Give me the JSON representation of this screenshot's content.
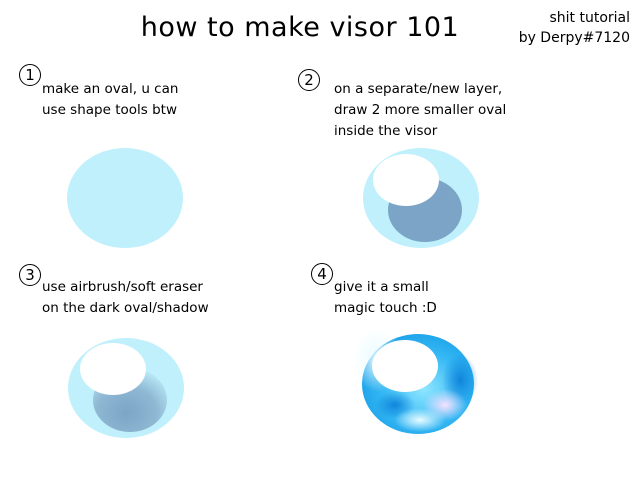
{
  "header": {
    "title": "how to make visor 101",
    "credit_line1": "shit tutorial",
    "credit_line2": "by Derpy#7120"
  },
  "steps": [
    {
      "number": "1",
      "text": "make an oval, u can\nuse shape tools btw"
    },
    {
      "number": "2",
      "text": "on a separate/new layer,\ndraw 2 more smaller oval\ninside the visor"
    },
    {
      "number": "3",
      "text": "use airbrush/soft eraser\non the dark oval/shadow"
    },
    {
      "number": "4",
      "text": "give it a small\nmagic touch :D"
    }
  ],
  "colors": {
    "visor_light": "#bff0fb",
    "shadow_dark": "#7ba4c6",
    "highlight": "#ffffff",
    "magic_blue": "#1aa8f0"
  }
}
